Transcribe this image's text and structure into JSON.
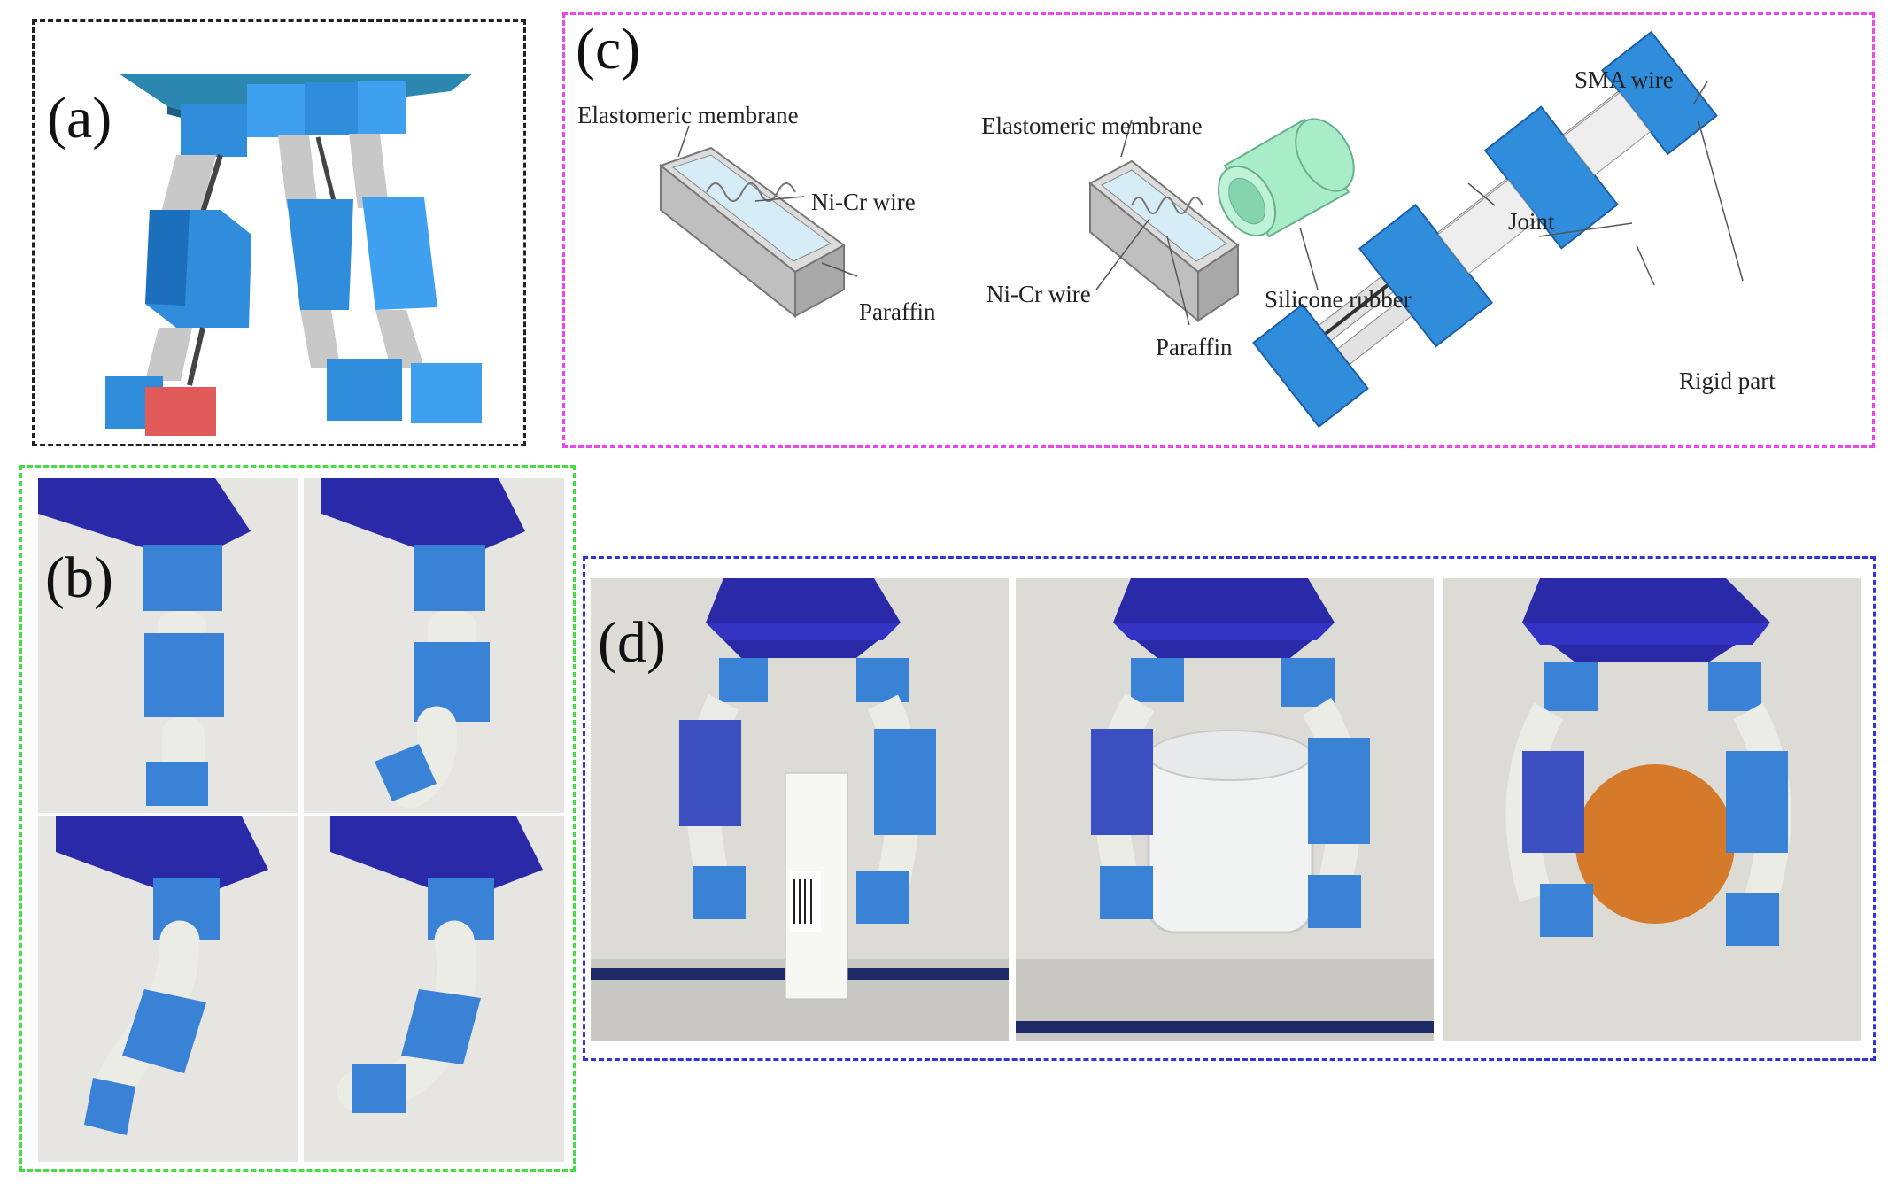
{
  "panels": {
    "a": {
      "label": "(a)",
      "border_color": "#222222"
    },
    "b": {
      "label": "(b)",
      "border_color": "#44dd44"
    },
    "c": {
      "label": "(c)",
      "border_color": "#ee44ee",
      "annotations": {
        "membrane_1": "Elastomeric membrane",
        "nicr_1": "Ni-Cr wire",
        "paraffin_1": "Paraffin",
        "membrane_2": "Elastomeric membrane",
        "nicr_2": "Ni-Cr wire",
        "silicone": "Silicone rubber",
        "paraffin_2": "Paraffin",
        "sma": "SMA wire",
        "joint": "Joint",
        "rigid": "Rigid part"
      }
    },
    "d": {
      "label": "(d)",
      "border_color": "#3333dd"
    }
  },
  "colors": {
    "gripper_blue": "#2f8ddb",
    "gripper_blue_dark": "#1c5fa8",
    "base_navy": "#2a2aa8",
    "base_teal": "#2b86b0",
    "silicone_white": "#ecece6",
    "paper_bg": "#e6e5e1",
    "tip_red": "#e05a5a",
    "orange": "#d47a2a",
    "rubber_green": "#a8ecc8"
  }
}
